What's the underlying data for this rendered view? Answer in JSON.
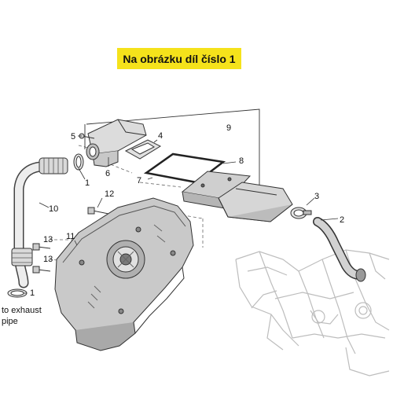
{
  "banner": {
    "text": "Na obrázku díl číslo 1",
    "color": "#f5e21b"
  },
  "callouts": {
    "n1a": "1",
    "n1b": "1",
    "n2": "2",
    "n3": "3",
    "n4": "4",
    "n5": "5",
    "n6": "6",
    "n7": "7",
    "n8": "8",
    "n9": "9",
    "n10": "10",
    "n11": "11",
    "n12": "12",
    "n13a": "13",
    "n13b": "13"
  },
  "note": {
    "line1": "to exhaust",
    "line2": "pipe"
  }
}
